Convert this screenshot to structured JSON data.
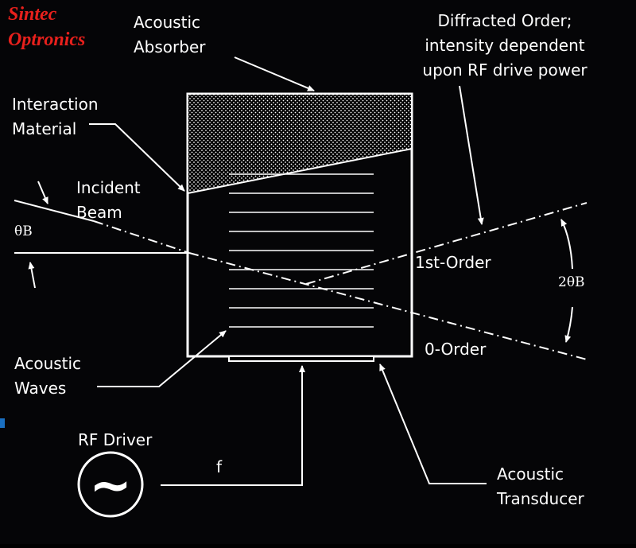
{
  "brand": {
    "line1": "Sintec",
    "line2": "Optronics"
  },
  "labels": {
    "acoustic_absorber": [
      "Acoustic",
      "Absorber"
    ],
    "diffracted_order": [
      "Diffracted Order;",
      "intensity dependent",
      "upon RF drive power"
    ],
    "interaction_material": [
      "Interaction",
      "Material"
    ],
    "incident_beam": [
      "Incident",
      "Beam"
    ],
    "theta_b": "θB",
    "first_order": "1st-Order",
    "two_theta_b": "2θB",
    "zero_order": "0-Order",
    "acoustic_waves": [
      "Acoustic",
      "Waves"
    ],
    "rf_driver": "RF Driver",
    "frequency": "f",
    "rf_symbol": "~",
    "acoustic_transducer": [
      "Acoustic",
      "Transducer"
    ]
  },
  "colors": {
    "background": "#050507",
    "foreground": "#ffffff",
    "brand": "#e8201c",
    "accent": "#1a6fc0"
  }
}
